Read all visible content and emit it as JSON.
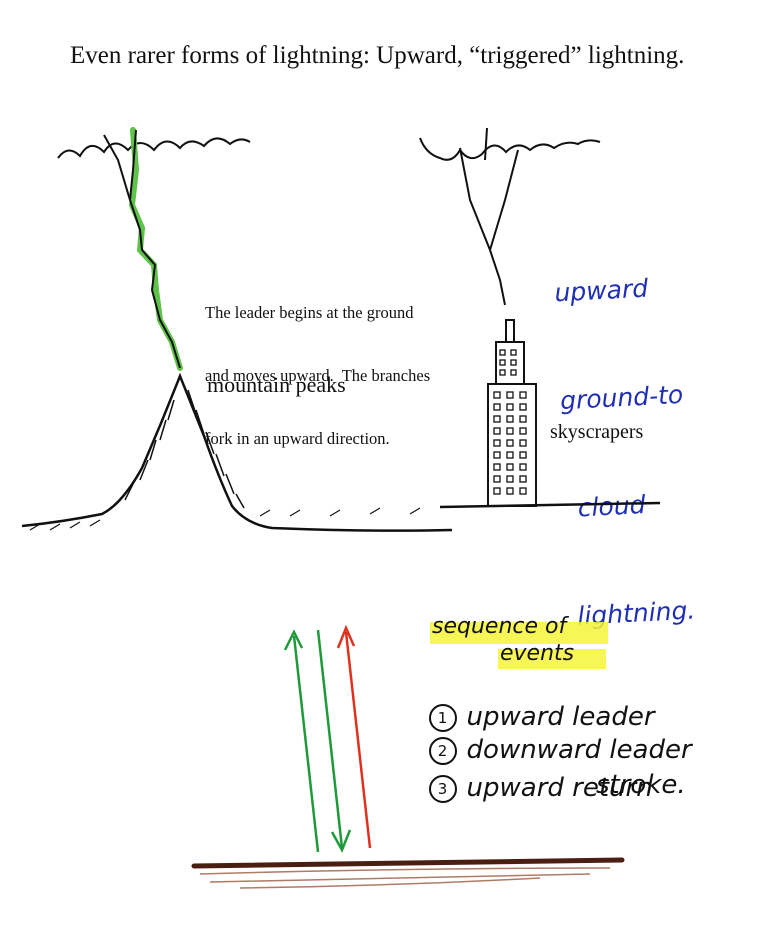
{
  "title": "Even rarer forms of lightning: Upward, “triggered” lightning.",
  "description_lines": [
    "The leader begins at the ground",
    "and moves upward.  The branches",
    "fork in an upward direction."
  ],
  "labels": {
    "mountain": "mountain peaks",
    "skyscrapers": "skyscrapers"
  },
  "blue_note": [
    "upward",
    "ground-to",
    "cloud",
    "lightning."
  ],
  "sequence": {
    "title_line1": "sequence of",
    "title_line2": "events",
    "steps": [
      {
        "num": "1",
        "text": "upward leader"
      },
      {
        "num": "2",
        "text": "downward leader"
      },
      {
        "num": "3",
        "text": "upward return",
        "text2": "stroke."
      }
    ]
  },
  "colors": {
    "lightning_green": "#5fc24a",
    "blue_ink": "#1f2fb5",
    "arrow_green": "#1f9a3a",
    "arrow_red": "#e0301e",
    "ground_brown": "#4a1f12",
    "highlight": "#f5f53a"
  }
}
